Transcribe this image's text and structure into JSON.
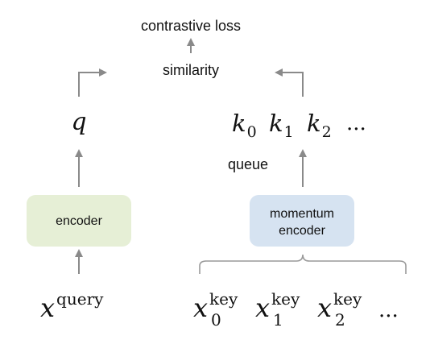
{
  "top": {
    "loss": "contrastive loss",
    "similarity": "similarity"
  },
  "left": {
    "output_var": "q",
    "encoder_label": "encoder",
    "input": {
      "base": "x",
      "sup": "query"
    }
  },
  "right": {
    "keys": [
      {
        "base": "k",
        "sub": "0"
      },
      {
        "base": "k",
        "sub": "1"
      },
      {
        "base": "k",
        "sub": "2"
      }
    ],
    "keys_ellipsis": "...",
    "queue_label": "queue",
    "encoder_label_line1": "momentum",
    "encoder_label_line2": "encoder",
    "inputs": [
      {
        "base": "x",
        "sup": "key",
        "sub": "0"
      },
      {
        "base": "x",
        "sup": "key",
        "sub": "1"
      },
      {
        "base": "x",
        "sup": "key",
        "sub": "2"
      }
    ],
    "inputs_ellipsis": "..."
  },
  "colors": {
    "encoder_fill": "#e6efd6",
    "momentum_encoder_fill": "#d6e3f1",
    "arrow": "#8a8a8a"
  }
}
